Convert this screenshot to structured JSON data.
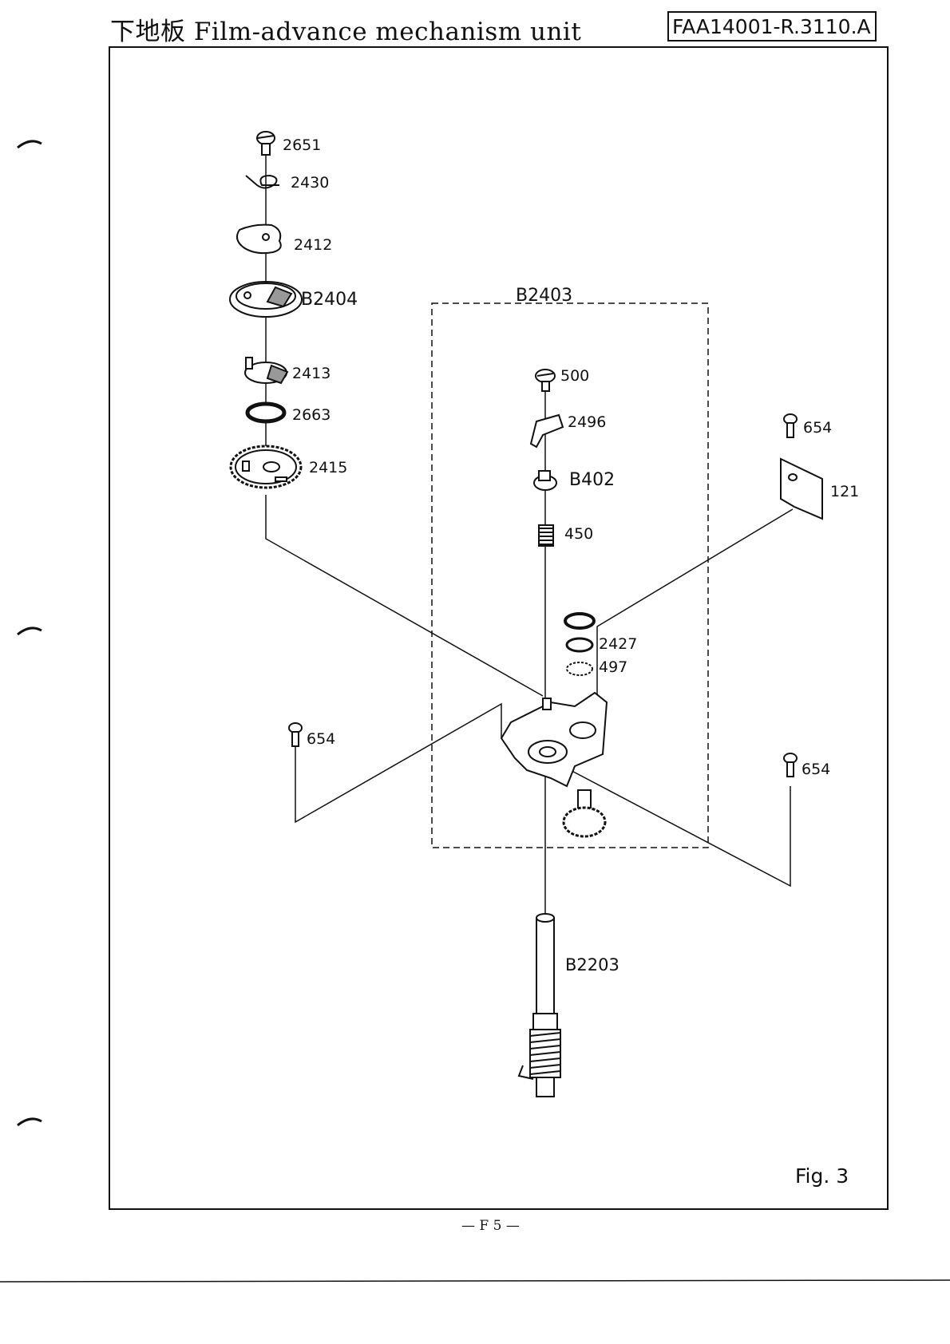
{
  "header": {
    "title": "下地板 Film-advance mechanism unit",
    "doc_code": "FAA14001-R.3110.A"
  },
  "figure_label": "Fig. 3",
  "page_footer": "— F 5 —",
  "assembly_label": "B2403",
  "parts": [
    {
      "id": "2651"
    },
    {
      "id": "2430"
    },
    {
      "id": "2412"
    },
    {
      "id": "B2404"
    },
    {
      "id": "2413"
    },
    {
      "id": "2663"
    },
    {
      "id": "2415"
    },
    {
      "id": "500"
    },
    {
      "id": "2496"
    },
    {
      "id": "B402"
    },
    {
      "id": "450"
    },
    {
      "id": "2427"
    },
    {
      "id": "497"
    },
    {
      "id": "654"
    },
    {
      "id": "121"
    },
    {
      "id": "654"
    },
    {
      "id": "654"
    },
    {
      "id": "B2203"
    }
  ]
}
